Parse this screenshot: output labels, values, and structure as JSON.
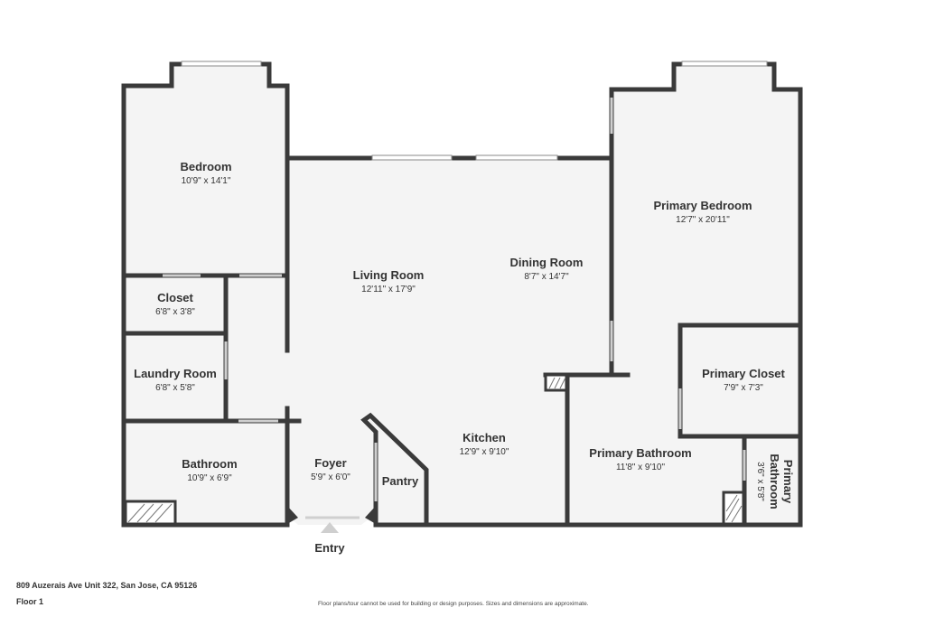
{
  "rooms": {
    "bedroom": {
      "name": "Bedroom",
      "dims": "10'9\" x 14'1\""
    },
    "closet": {
      "name": "Closet",
      "dims": "6'8\" x 3'8\""
    },
    "laundry": {
      "name": "Laundry Room",
      "dims": "6'8\" x 5'8\""
    },
    "bathroom": {
      "name": "Bathroom",
      "dims": "10'9\" x 6'9\""
    },
    "living": {
      "name": "Living Room",
      "dims": "12'11\" x 17'9\""
    },
    "dining": {
      "name": "Dining Room",
      "dims": "8'7\" x 14'7\""
    },
    "foyer": {
      "name": "Foyer",
      "dims": "5'9\" x 6'0\""
    },
    "pantry": {
      "name": "Pantry"
    },
    "kitchen": {
      "name": "Kitchen",
      "dims": "12'9\" x 9'10\""
    },
    "primary_bedroom": {
      "name": "Primary Bedroom",
      "dims": "12'7\" x 20'11\""
    },
    "primary_closet": {
      "name": "Primary Closet",
      "dims": "7'9\" x 7'3\""
    },
    "primary_bathroom": {
      "name": "Primary Bathroom",
      "dims": "11'8\" x 9'10\""
    },
    "primary_bathroom_small": {
      "name_line1": "Primary",
      "name_line2": "Bathroom",
      "dims": "3'6\" x 5'8\""
    }
  },
  "entry_label": "Entry",
  "address": "809 Auzerais Ave Unit 322, San Jose, CA 95126",
  "floor": "Floor 1",
  "disclaimer": "Floor plans/tour cannot be used for building or design purposes. Sizes and dimensions are approximate."
}
